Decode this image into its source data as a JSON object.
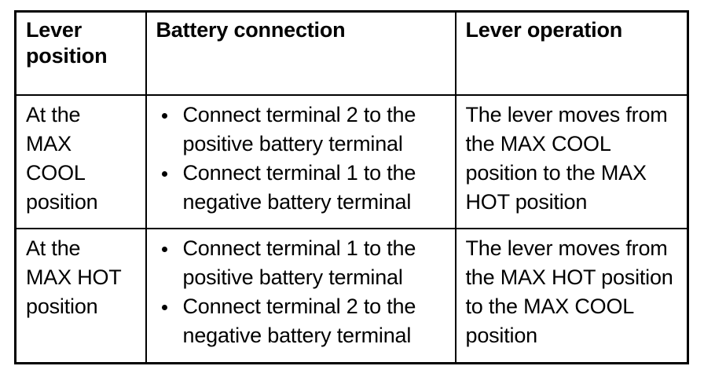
{
  "table": {
    "columns": [
      {
        "key": "lever_position",
        "header": "Lever\nposition"
      },
      {
        "key": "battery_connection",
        "header": "Battery connection"
      },
      {
        "key": "lever_operation",
        "header": "Lever operation"
      }
    ],
    "rows": [
      {
        "lever_position": "At the\nMAX\nCOOL\nposition",
        "battery_connection": [
          "Connect terminal 2 to the positive battery terminal",
          "Connect terminal 1 to the negative battery terminal"
        ],
        "lever_operation": "The lever moves from the MAX COOL position to the MAX HOT position"
      },
      {
        "lever_position": "At the\nMAX HOT\nposition",
        "battery_connection": [
          "Connect terminal 1 to the positive battery terminal",
          "Connect terminal 2 to the negative battery terminal"
        ],
        "lever_operation": "The lever moves from the MAX HOT position to the MAX COOL position"
      }
    ]
  },
  "style": {
    "border_color": "#000000",
    "text_color": "#000000",
    "background_color": "#ffffff"
  }
}
